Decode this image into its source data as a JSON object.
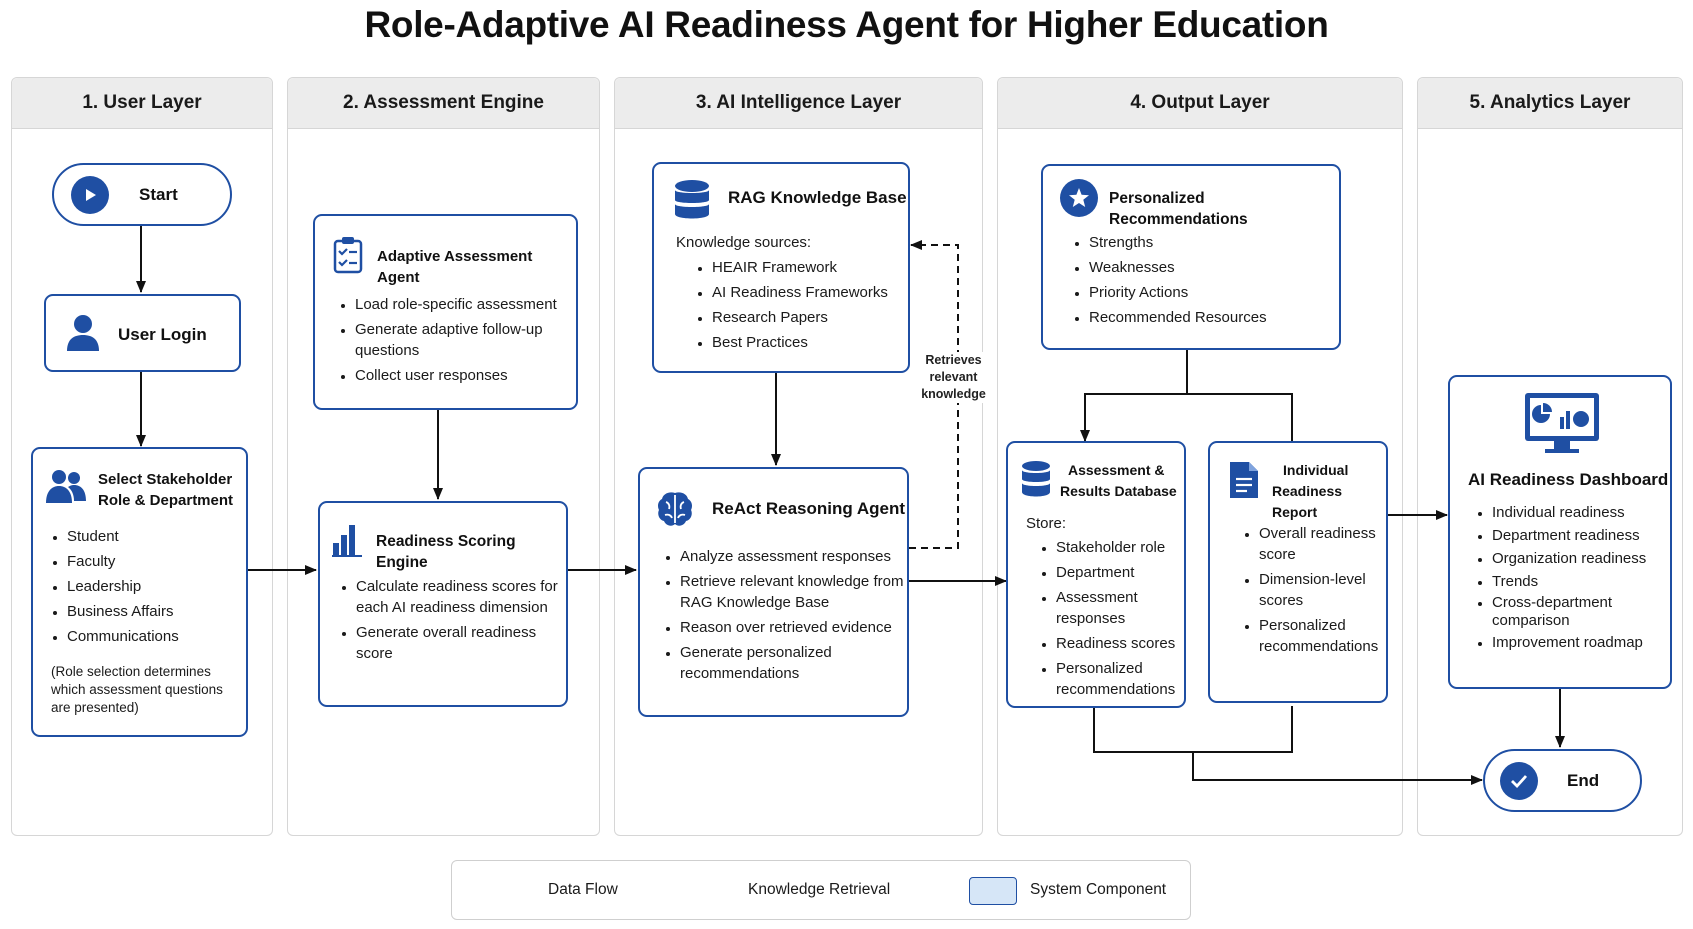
{
  "title": "Role-Adaptive AI Readiness Agent for Higher Education",
  "lanes": [
    "1. User Layer",
    "2. Assessment Engine",
    "3. AI Intelligence Layer",
    "4. Output Layer",
    "5. Analytics Layer"
  ],
  "user_layer": {
    "start_label": "Start",
    "login_label": "User Login",
    "role_title_1": "Select Stakeholder",
    "role_title_2": "Role & Department",
    "roles": [
      "Student",
      "Faculty",
      "Leadership",
      "Business Affairs",
      "Communications"
    ],
    "note": "(Role selection determines which assessment questions are presented)"
  },
  "assessment_engine": {
    "adaptive_title": "Adaptive Assessment Agent",
    "adaptive_items": [
      "Load role-specific assessment",
      "Generate adaptive follow-up questions",
      "Collect user responses"
    ],
    "scoring_title": "Readiness Scoring Engine",
    "scoring_items": [
      "Calculate readiness scores for each AI readiness dimension",
      "Generate overall readiness score"
    ]
  },
  "ai_layer": {
    "rag_title": "RAG Knowledge Base",
    "rag_subtitle": "Knowledge sources:",
    "rag_items": [
      "HEAIR Framework",
      "AI Readiness Frameworks",
      "Research Papers",
      "Best Practices"
    ],
    "retrieves_label": "Retrieves relevant knowledge",
    "react_title": "ReAct Reasoning Agent",
    "react_items": [
      "Analyze assessment responses",
      "Retrieve relevant knowledge from RAG Knowledge Base",
      "Reason over retrieved evidence",
      "Generate personalized recommendations"
    ]
  },
  "output_layer": {
    "recs_title": "Personalized Recommendations",
    "recs_items": [
      "Strengths",
      "Weaknesses",
      "Priority Actions",
      "Recommended Resources"
    ],
    "db_title_1": "Assessment &",
    "db_title_2": "Results Database",
    "db_store": "Store:",
    "db_items": [
      "Stakeholder role",
      "Department",
      "Assessment responses",
      "Readiness scores",
      "Personalized recommendations"
    ],
    "report_title_1": "Individual",
    "report_title_2": "Readiness Report",
    "report_items": [
      "Overall readiness score",
      "Dimension-level scores",
      "Personalized recommendations"
    ]
  },
  "analytics_layer": {
    "dash_title": "AI Readiness Dashboard",
    "dash_items": [
      "Individual readiness",
      "Department readiness",
      "Organization readiness",
      "Trends",
      "Cross-department comparison",
      "Improvement roadmap"
    ],
    "end_label": "End"
  },
  "legend": {
    "data_flow": "Data Flow",
    "knowledge_retrieval": "Knowledge Retrieval",
    "system_component": "System Component"
  },
  "colors": {
    "accent": "#1f4fa3",
    "lane_header": "#ececec",
    "legend_fill": "#d6e6f7"
  }
}
